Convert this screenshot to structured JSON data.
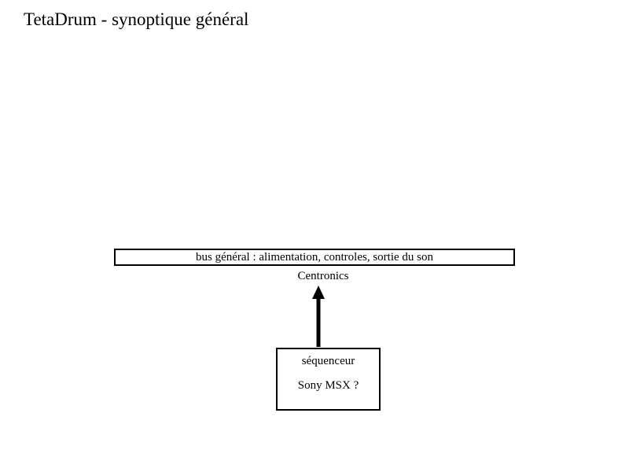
{
  "page": {
    "title": "TetaDrum - synoptique général",
    "background_color": "#ffffff",
    "line_color": "#000000",
    "text_color": "#000000"
  },
  "diagram": {
    "bus_bar": {
      "label": "bus général : alimentation, controles, sortie du son"
    },
    "connector": {
      "label": "Centronics",
      "shape": "up-arrow"
    },
    "sequencer": {
      "line1": "séquenceur",
      "line2": "Sony MSX ?"
    }
  }
}
